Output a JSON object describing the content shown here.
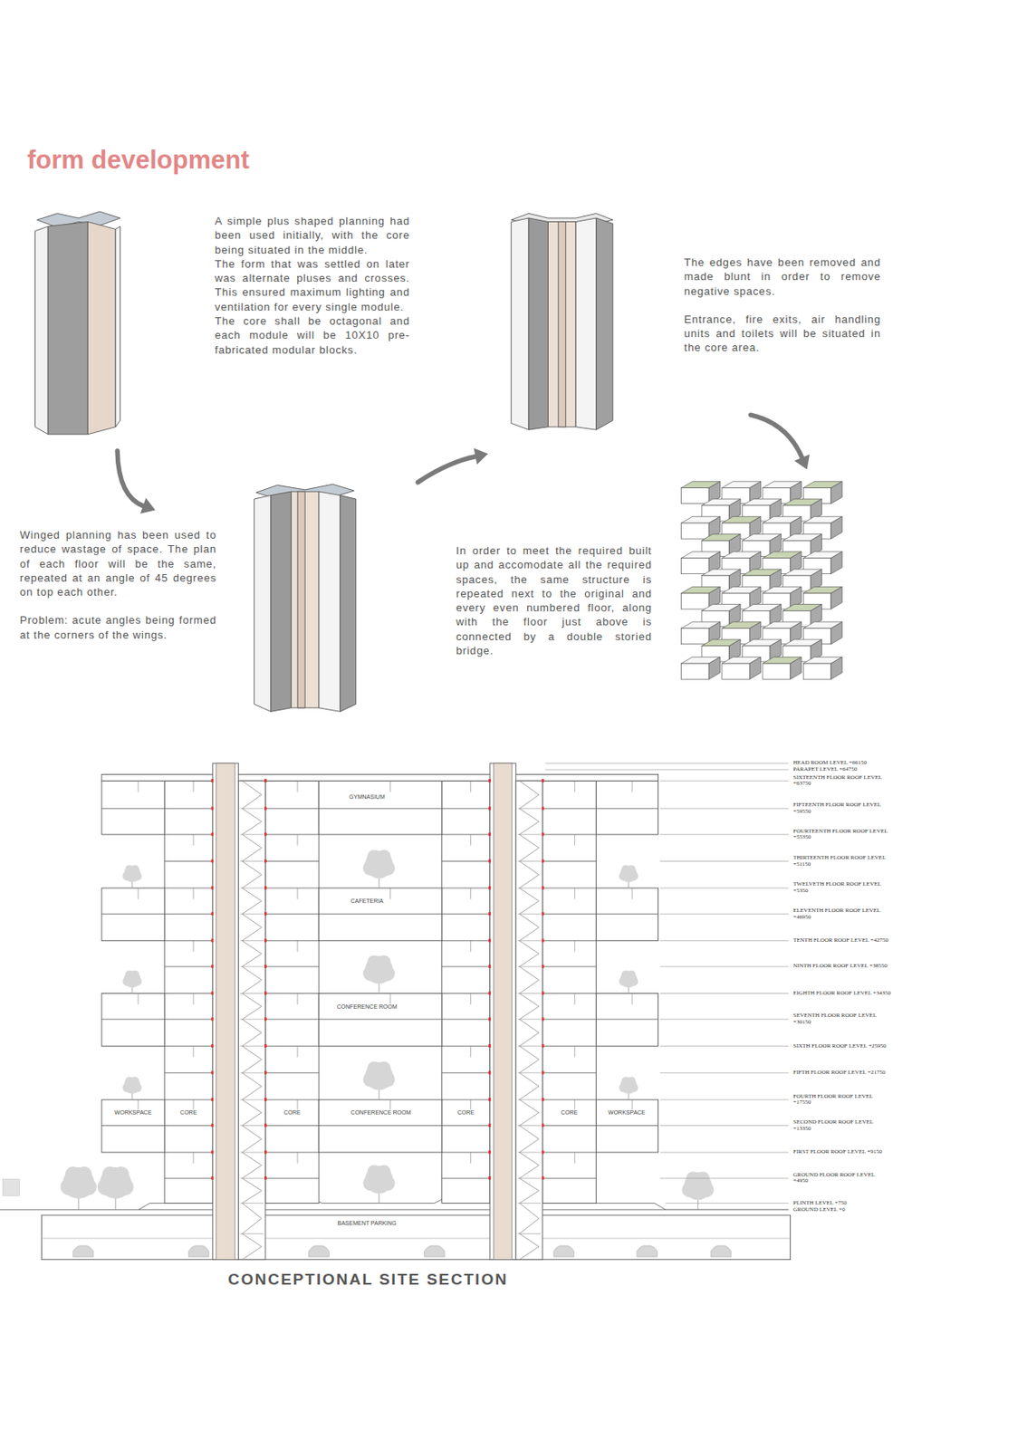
{
  "diagram": {
    "title": "form development",
    "caption": "CONCEPTIONAL SITE SECTION",
    "labels": [
      "A simple plus shaped planning had been used initially, with the core being situated in the middle.",
      "The form that was settled on later was alternate pluses and crosses. This ensured maximum lighting and ventilation for every single module.",
      "The core shall be octagonal and each module will be 10X10 pre-fabricated modular blocks.",
      "The edges have been removed and made blunt in order to remove negative spaces.",
      "Entrance, fire exits, air handling units and toilets will be situated in the core area.",
      "Winged planning has been used to reduce wastage of space. The plan of each floor will be the same, repeated at an angle of 45 degrees on top each other.",
      "Problem: acute angles being formed at the corners of the wings.",
      "In order to meet the required built up and accomodate all the required spaces, the same structure is repeated next to the original and every even numbered floor, along with the floor just above is connected by a double storied bridge.",
      "GYMNASIUM",
      "CAFETERIA",
      "CONFERENCE ROOM",
      "WORKSPACE",
      "CORE",
      "CORE",
      "CONFERENCE ROOM",
      "CORE",
      "CORE",
      "WORKSPACE",
      "BASEMENT PARKING",
      "HEAD ROOM LEVEL +66150",
      "PARAPET LEVEL +64750",
      "SIXTEENTH FLOOR ROOF LEVEL +63750",
      "FIFTEENTH FLOOR ROOF LEVEL +59550",
      "FOURTEENTH FLOOR ROOF LEVEL +55350",
      "THIRTEENTH FLOOR ROOF LEVEL +51150",
      "TWELVETH FLOOR ROOF LEVEL +5350",
      "ELEVENTH FLOOR ROOF LEVEL +46950",
      "TENTH FLOOR ROOF LEVEL +42750",
      "NINTH FLOOR ROOF LEVEL +38550",
      "EIGHTH FLOOR ROOF LEVEL +34350",
      "SEVENTH FLOOR ROOF LEVEL +30150",
      "SIXTH FLOOR ROOF LEVEL +25950",
      "FIFTH FLOOR ROOF LEVEL +21750",
      "FOURTH FLOOR ROOF LEVEL +17550",
      "SECOND FLOOR ROOF LEVEL +13350",
      "FIRST FLOOR ROOF LEVEL +9150",
      "GROUND FLOOR ROOF LEVEL +4950",
      "PLINTH LEVEL +750",
      "GROUND LEVEL +0"
    ]
  }
}
